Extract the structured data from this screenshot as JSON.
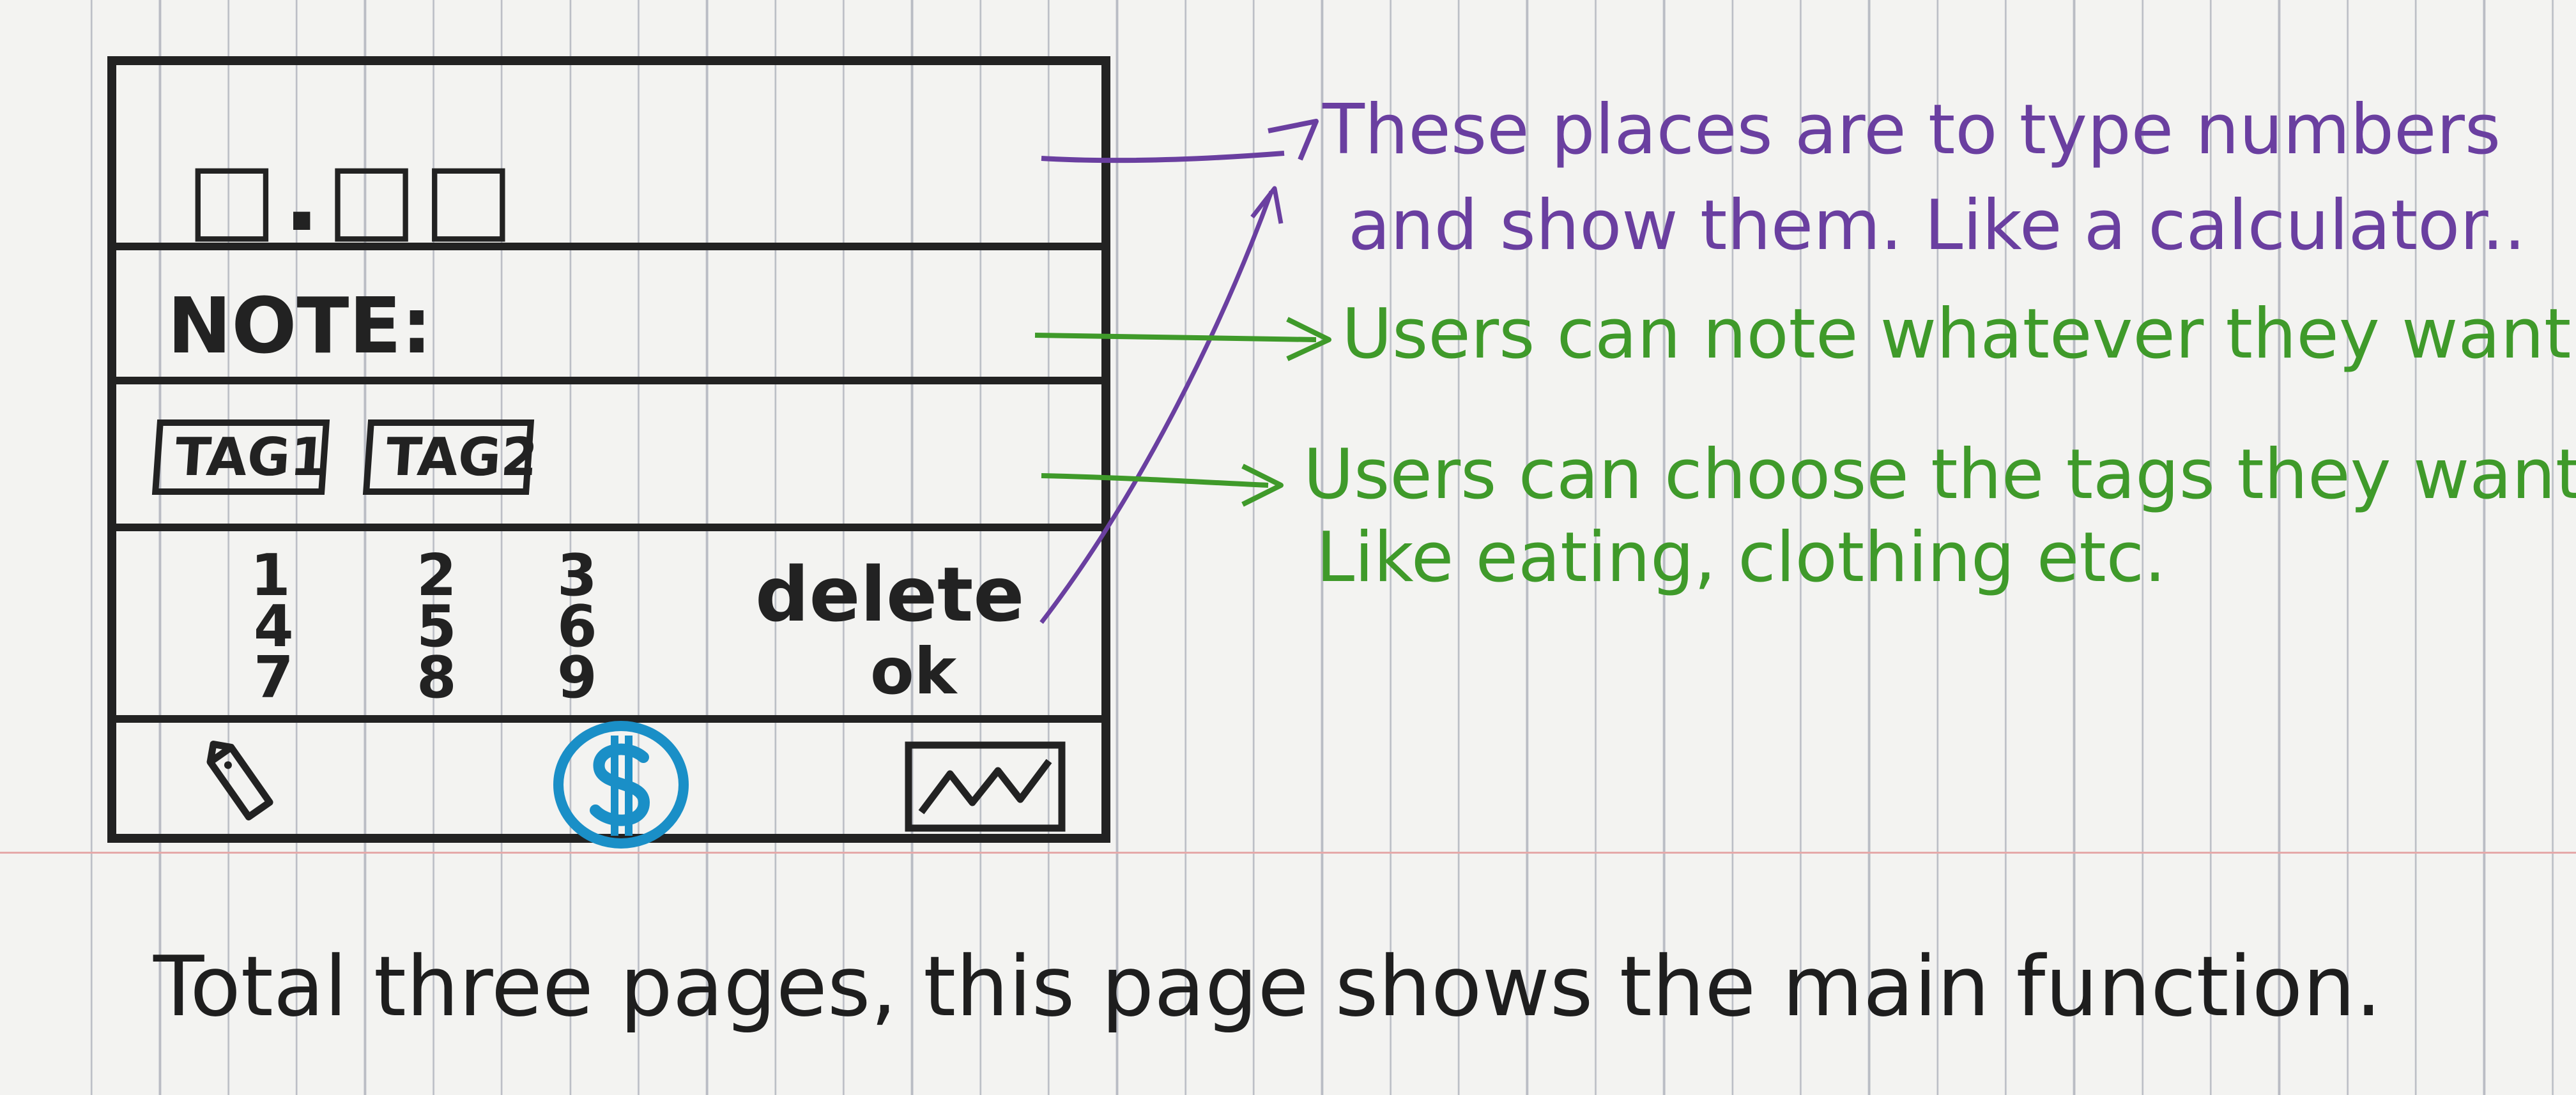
{
  "wireframe": {
    "display": {
      "amount_text": "□.□□"
    },
    "note": {
      "label": "NOTE:"
    },
    "tags": [
      "TAG1",
      "TAG2"
    ],
    "keypad": {
      "columns": [
        [
          "1",
          "4",
          "7"
        ],
        [
          "2",
          "5",
          "8"
        ],
        [
          "3",
          "6",
          "9"
        ]
      ],
      "delete_label": "delete",
      "ok_label": "ok"
    },
    "nav": {
      "left_icon": "tag-icon",
      "center_icon": "dollar-coin-icon",
      "right_icon": "line-chart-icon"
    }
  },
  "annotations": {
    "display_line1": "These places are to type numbers",
    "display_line2": "and show them. Like a calculator..",
    "note": "Users can note whatever they want",
    "tags_line1": "Users can choose the tags they want",
    "tags_line2": "Like eating, clothing etc."
  },
  "footer": "Total three pages, this page shows the main function.",
  "colors": {
    "ink": "#222222",
    "purple": "#6a3fa0",
    "green": "#3f9a2a",
    "blue": "#1a8fc7",
    "red_margin": "#e5a9a9"
  }
}
